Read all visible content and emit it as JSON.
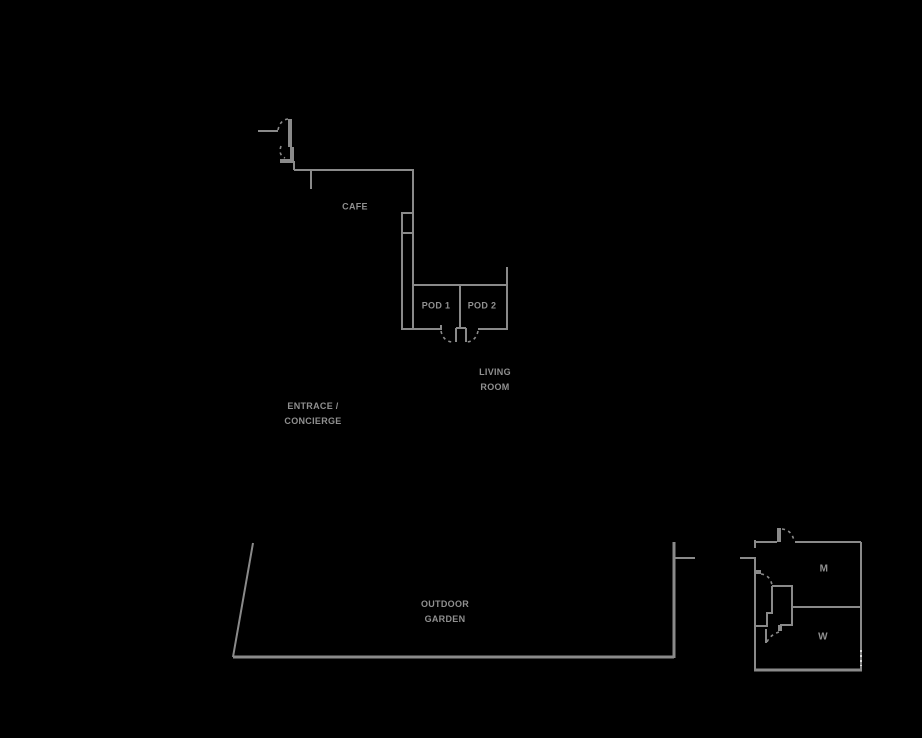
{
  "plan": {
    "title": "floor-plan",
    "colors": {
      "background": "#000000",
      "wall": "#8a8a8a",
      "text": "#909090",
      "window_dash": "#d9d9d9"
    },
    "rooms": {
      "cafe": "CAFE",
      "pod_1": "POD 1",
      "pod_2": "POD 2",
      "living_room_line_1": "LIVING",
      "living_room_line_2": "ROOM",
      "entrance_line_1": "ENTRACE /",
      "entrance_line_2": "CONCIERGE",
      "garden_line_1": "OUTDOOR",
      "garden_line_2": "GARDEN",
      "mens": "M",
      "womens": "W"
    }
  }
}
